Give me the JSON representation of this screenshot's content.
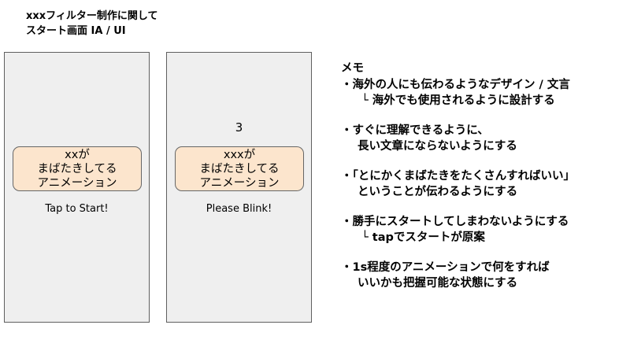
{
  "header": {
    "title_line1": "xxxフィルター制作に関して",
    "title_line2": "スタート画面 IA / UI"
  },
  "screen1": {
    "animation_lines": [
      "xxが",
      "まばたきしてる",
      "アニメーション"
    ],
    "caption": "Tap to Start!"
  },
  "screen2": {
    "countdown": "3",
    "animation_lines": [
      "xxxが",
      "まばたきしてる",
      "アニメーション"
    ],
    "caption": "Please Blink!"
  },
  "memo": {
    "title": "メモ",
    "items": [
      [
        "・海外の人にも伝わるようなデザイン / 文言",
        "└ 海外でも使用されるように設計する"
      ],
      [
        "・すぐに理解できるように、",
        "長い文章にならないようにする"
      ],
      [
        "・「とにかくまばたきをたくさんすればいい」",
        "ということが伝わるようにする"
      ],
      [
        "・勝手にスタートしてしまわないようにする",
        "└ tapでスタートが原案"
      ],
      [
        "・1s程度のアニメーションで何をすれば",
        "いいかも把握可能な状態にする"
      ]
    ]
  },
  "colors": {
    "screen_bg": "#efefef",
    "screen_border": "#5f5f5f",
    "animation_box_fill": "#fce5cd"
  }
}
